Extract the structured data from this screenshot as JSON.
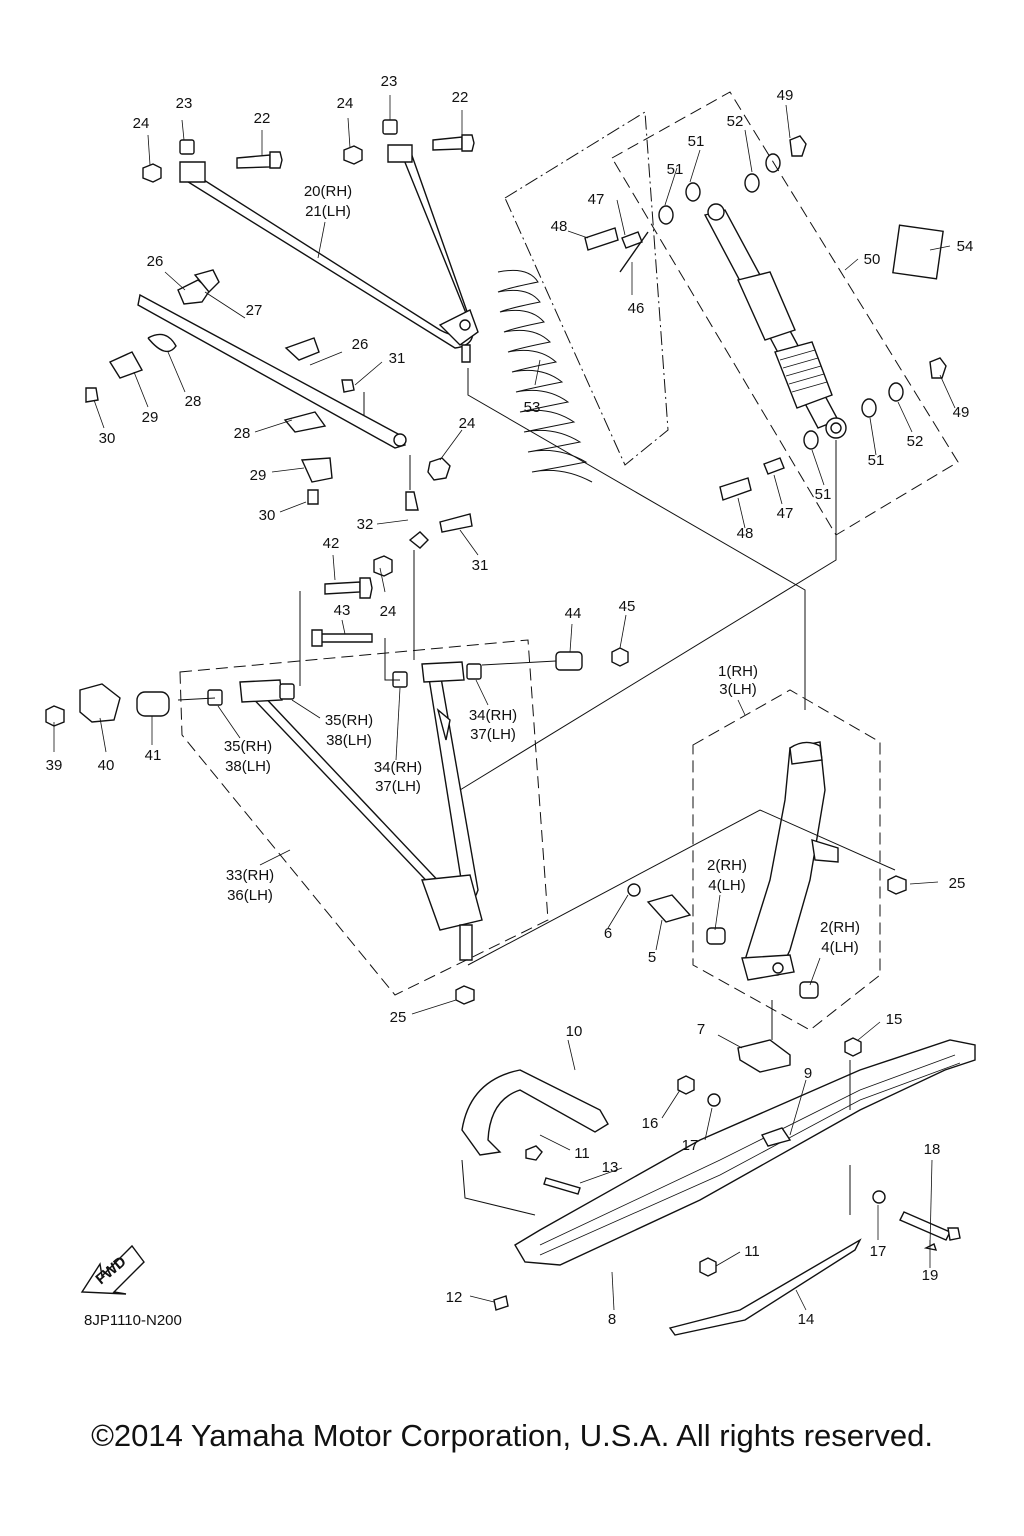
{
  "diagram_code": "8JP1110-N200",
  "fwd_label": "FWD",
  "copyright": "©2014 Yamaha Motor Corporation, U.S.A. All rights reserved.",
  "callouts": [
    "1(RH)",
    "3(LH)",
    "2(RH)",
    "4(LH)",
    "2(RH)",
    "4(LH)",
    "5",
    "6",
    "7",
    "8",
    "9",
    "10",
    "11",
    "11",
    "12",
    "13",
    "14",
    "15",
    "16",
    "17",
    "17",
    "18",
    "19",
    "20(RH)",
    "21(LH)",
    "22",
    "22",
    "23",
    "23",
    "24",
    "24",
    "24",
    "24",
    "25",
    "25",
    "26",
    "26",
    "27",
    "28",
    "28",
    "29",
    "29",
    "30",
    "30",
    "31",
    "31",
    "32",
    "33(RH)",
    "36(LH)",
    "34(RH)",
    "37(LH)",
    "34(RH)",
    "37(LH)",
    "35(RH)",
    "38(LH)",
    "35(RH)",
    "38(LH)",
    "39",
    "40",
    "41",
    "42",
    "43",
    "44",
    "45",
    "46",
    "47",
    "47",
    "48",
    "48",
    "49",
    "49",
    "50",
    "51",
    "51",
    "51",
    "51",
    "52",
    "52",
    "53",
    "54"
  ]
}
